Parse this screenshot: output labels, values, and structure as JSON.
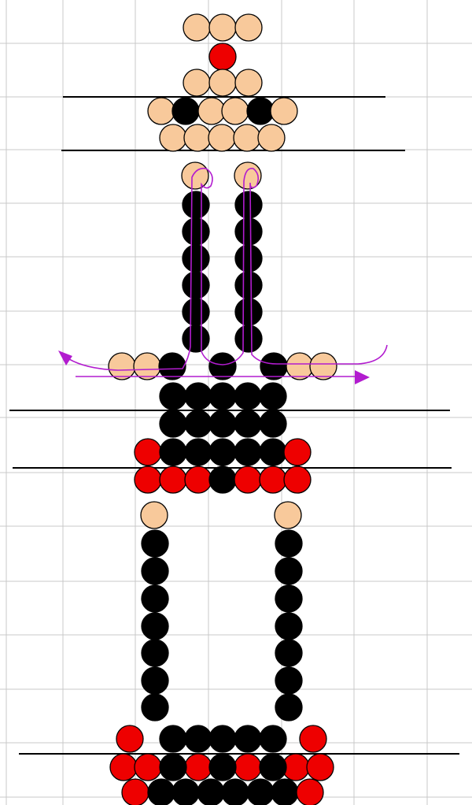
{
  "diagram": {
    "kind": "bead-weaving-pattern",
    "colors": {
      "background": "#ffffff",
      "grid": "#c8c8c8",
      "divider": "#000000",
      "bead_outline": "#000000",
      "peach": "#f8c99b",
      "red": "#ee0000",
      "black": "#000000",
      "thread": "#b21ccf"
    },
    "bead_types": [
      "peach",
      "red",
      "black"
    ],
    "thread_arrows": [
      "left",
      "right"
    ]
  }
}
